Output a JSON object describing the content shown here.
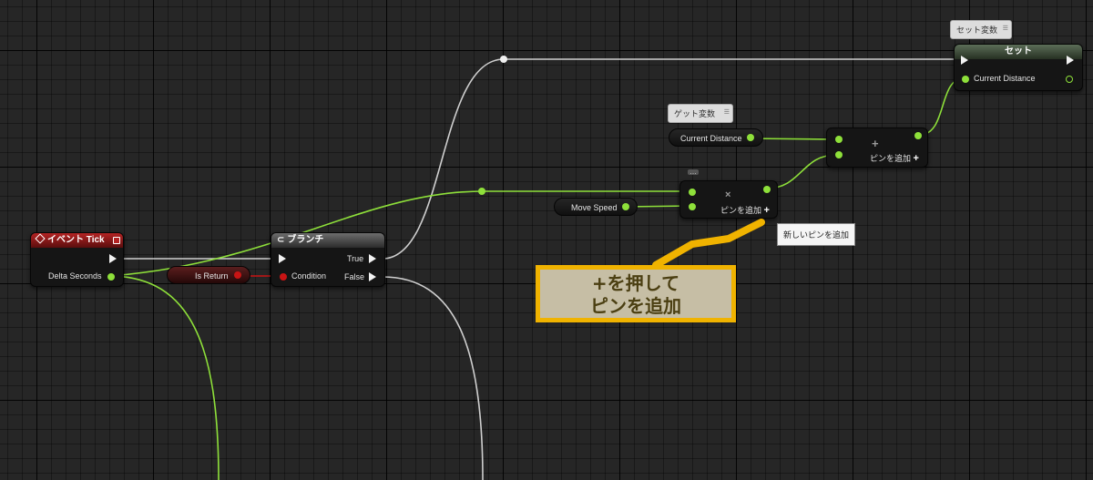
{
  "event_tick": {
    "title": "イベント Tick",
    "output_label": "Delta Seconds"
  },
  "branch": {
    "title": "ブランチ",
    "condition_label": "Condition",
    "true_label": "True",
    "false_label": "False"
  },
  "is_return": {
    "label": "Is Return"
  },
  "move_speed": {
    "label": "Move Speed"
  },
  "current_distance_get": {
    "label": "Current Distance"
  },
  "get_tag": {
    "label": "ゲット変数"
  },
  "set_tag": {
    "label": "セット変数"
  },
  "set_node": {
    "title": "セット",
    "pin_label": "Current Distance"
  },
  "multiply_node": {
    "icon": "×",
    "add_pin_label": "ピンを追加",
    "add_icon": "+"
  },
  "add_node": {
    "icon": "+",
    "add_pin_label": "ピンを追加",
    "add_icon": "+"
  },
  "tooltip": {
    "text": "新しいピンを追加"
  },
  "annotation": {
    "line1": "+を押して",
    "line2": "ピンを追加"
  },
  "colors": {
    "float_pin": "#8ee03a",
    "exec_pin": "#f2f2f2",
    "bool_pin": "#c81414",
    "annotation_border": "#f0b300"
  }
}
